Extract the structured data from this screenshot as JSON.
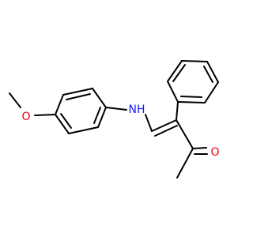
{
  "colors": {
    "background": "#ffffff",
    "bond": "#000000",
    "oxygen": "#e8000b",
    "nitrogen": "#1a1aff"
  },
  "atoms": {
    "methoxy_oxygen": "O",
    "amine_nitrogen": "NH",
    "carbonyl_oxygen": "O"
  }
}
